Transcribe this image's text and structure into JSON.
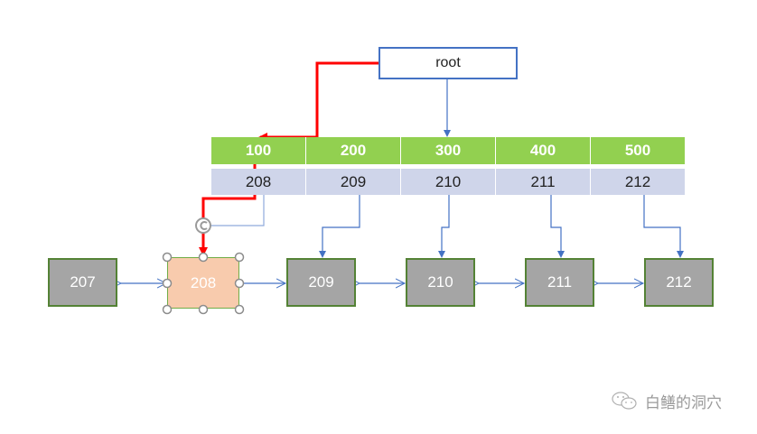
{
  "root": {
    "label": "root"
  },
  "index_node": {
    "keys": [
      "100",
      "200",
      "300",
      "400",
      "500"
    ],
    "pointers": [
      "208",
      "209",
      "210",
      "211",
      "212"
    ]
  },
  "leaves": [
    {
      "label": "207",
      "selected": false
    },
    {
      "label": "208",
      "selected": true
    },
    {
      "label": "209",
      "selected": false
    },
    {
      "label": "210",
      "selected": false
    },
    {
      "label": "211",
      "selected": false
    },
    {
      "label": "212",
      "selected": false
    }
  ],
  "colors": {
    "key_row": "#92d050",
    "pointer_row": "#cfd5ea",
    "leaf_fill": "#a5a5a5",
    "leaf_border": "#548235",
    "selected_fill": "#f8cbad",
    "connector": "#4472c4",
    "highlight_path": "#ff0000"
  },
  "watermark": {
    "icon": "wechat-icon",
    "text": "白鳝的洞穴"
  }
}
